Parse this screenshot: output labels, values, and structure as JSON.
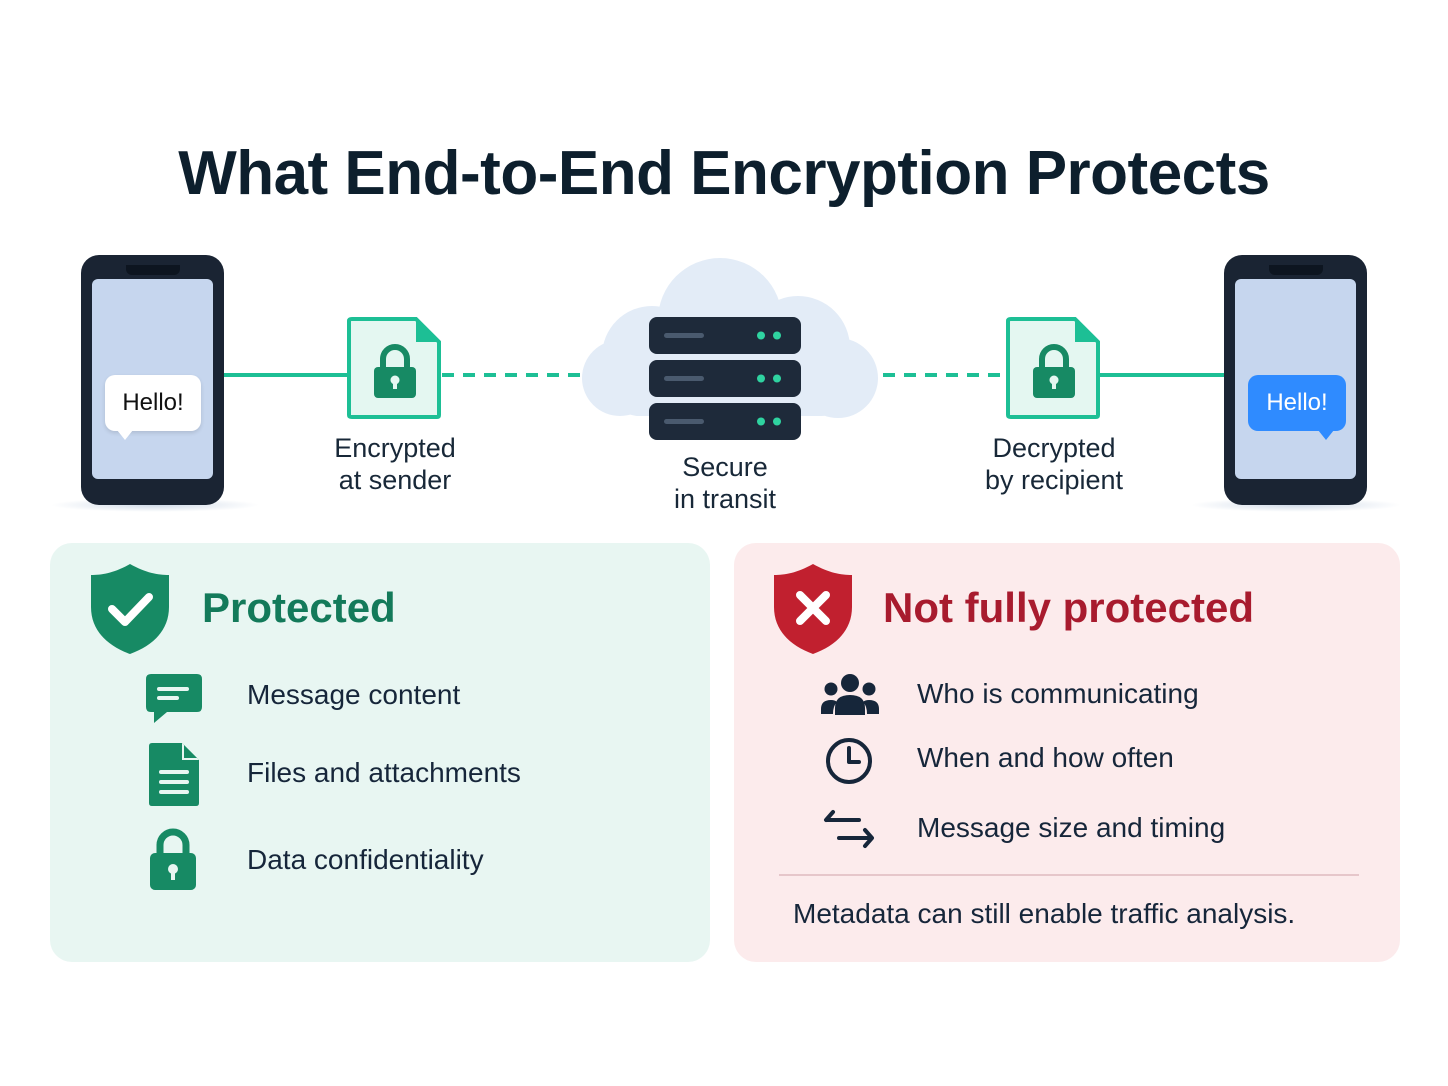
{
  "title": "What End-to-End Encryption Protects",
  "flow": {
    "sender_message": "Hello!",
    "recipient_message": "Hello!",
    "steps": [
      {
        "line1": "Encrypted",
        "line2": "at sender"
      },
      {
        "line1": "Secure",
        "line2": "in transit"
      },
      {
        "line1": "Decrypted",
        "line2": "by recipient"
      }
    ]
  },
  "protected": {
    "heading": "Protected",
    "icon": "shield-check-icon",
    "items": [
      {
        "icon": "chat-message-icon",
        "label": "Message content"
      },
      {
        "icon": "document-icon",
        "label": "Files and attachments"
      },
      {
        "icon": "lock-icon",
        "label": "Data confidentiality"
      }
    ]
  },
  "not_protected": {
    "heading": "Not fully protected",
    "icon": "shield-x-icon",
    "items": [
      {
        "icon": "people-icon",
        "label": "Who is communicating"
      },
      {
        "icon": "clock-icon",
        "label": "When and how often"
      },
      {
        "icon": "arrows-exchange-icon",
        "label": "Message size and timing"
      }
    ],
    "note": "Metadata can still enable traffic analysis."
  },
  "colors": {
    "title": "#0d1f2d",
    "teal_accent": "#1dbf95",
    "green_heading": "#137a5a",
    "green_icon": "#178a64",
    "red_heading": "#a81b2e",
    "red_icon": "#c1202f",
    "blue_bubble": "#2f8bff",
    "green_card_bg": "#e8f6f2",
    "red_card_bg": "#fcebec"
  }
}
